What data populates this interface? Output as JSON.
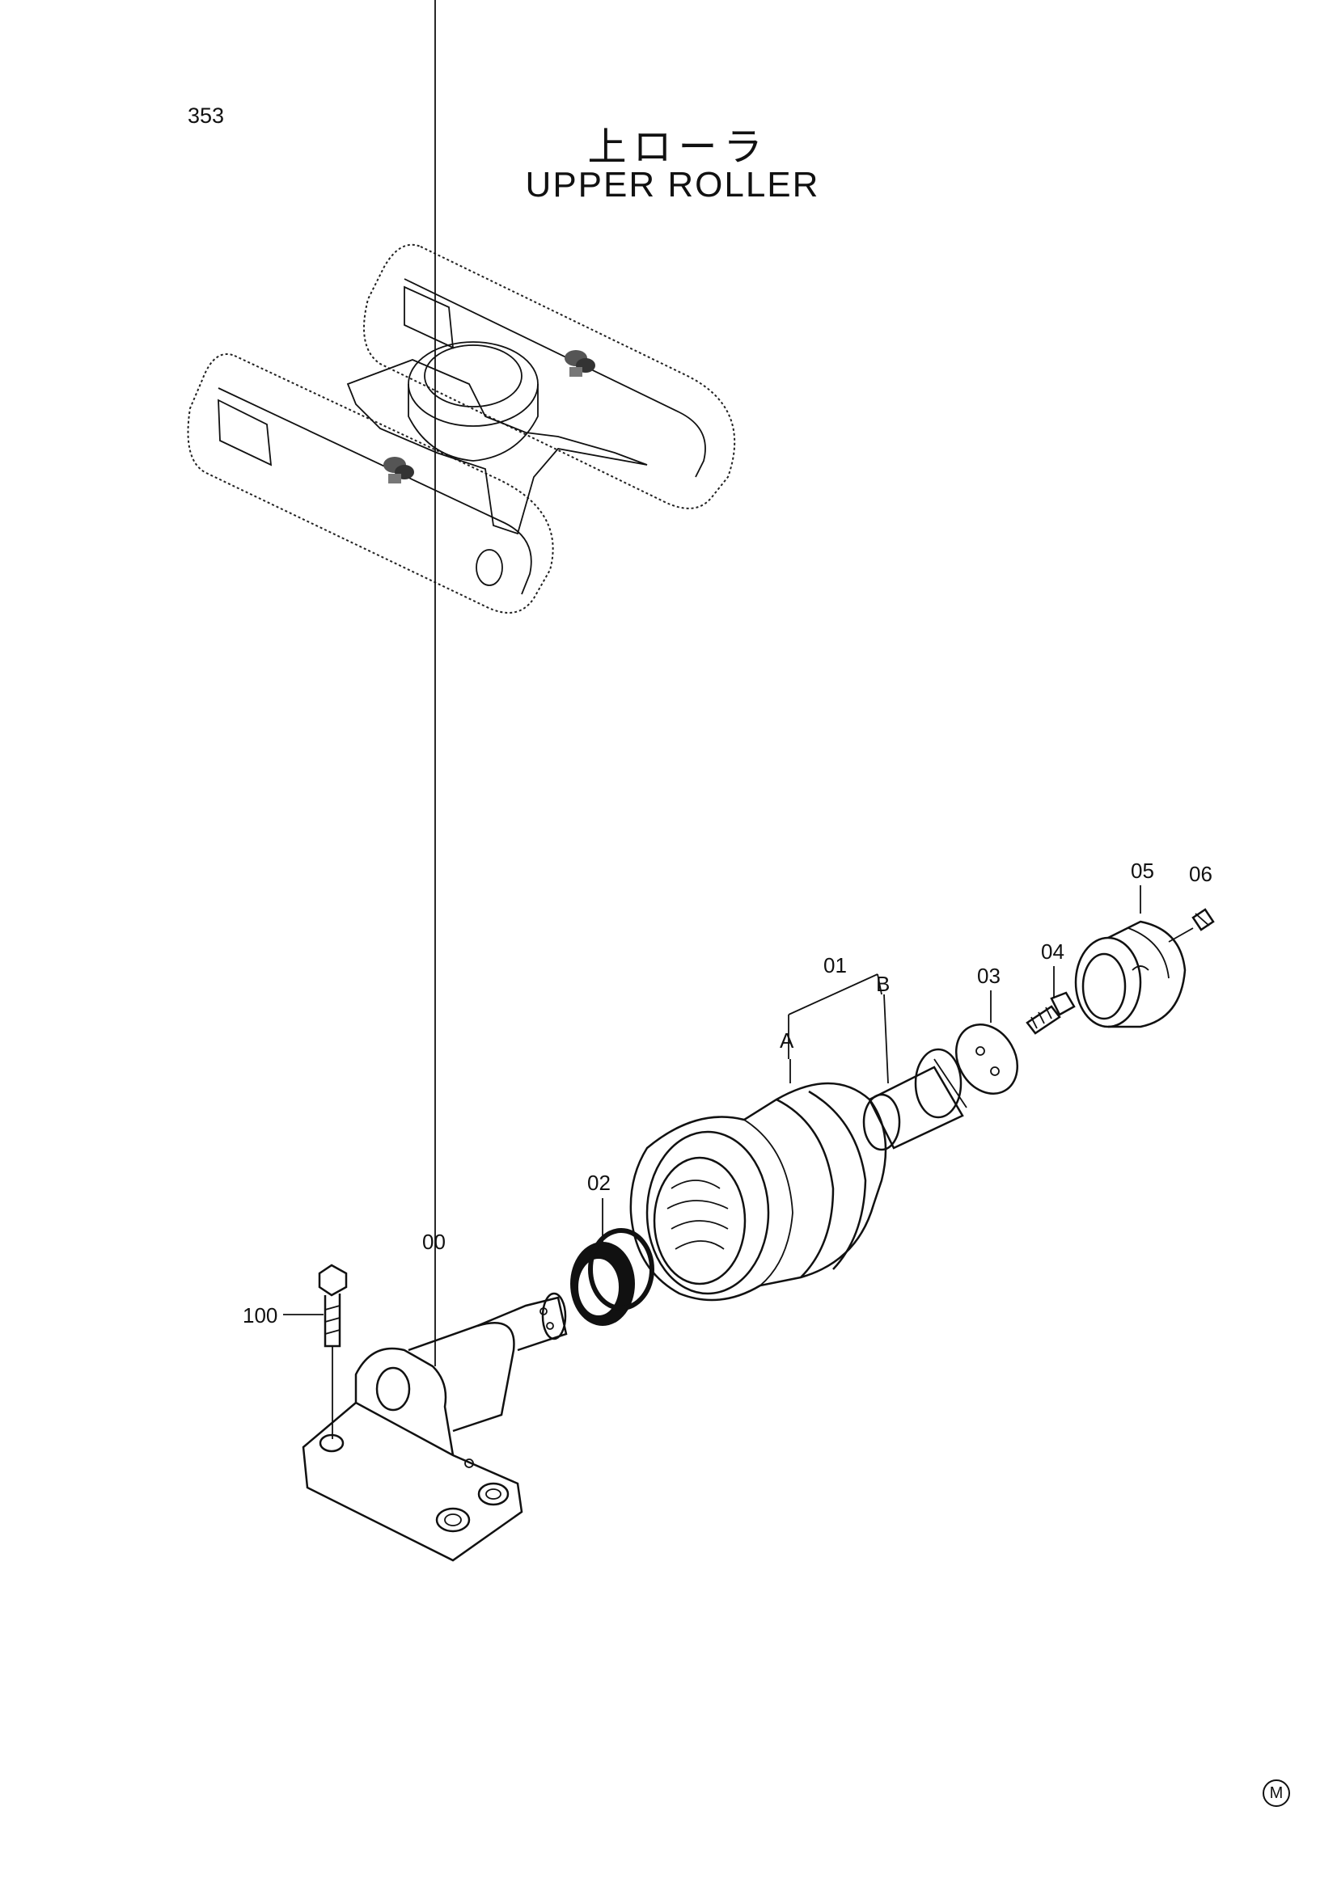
{
  "page_number": "353",
  "title_jp": "上ローラ",
  "title_en": "UPPER ROLLER",
  "callouts": {
    "p00": "00",
    "p01": "01",
    "p02": "02",
    "p03": "03",
    "p04": "04",
    "p05": "05",
    "p06": "06",
    "p100": "100",
    "a": "A",
    "b": "B"
  },
  "corner_mark": "M"
}
